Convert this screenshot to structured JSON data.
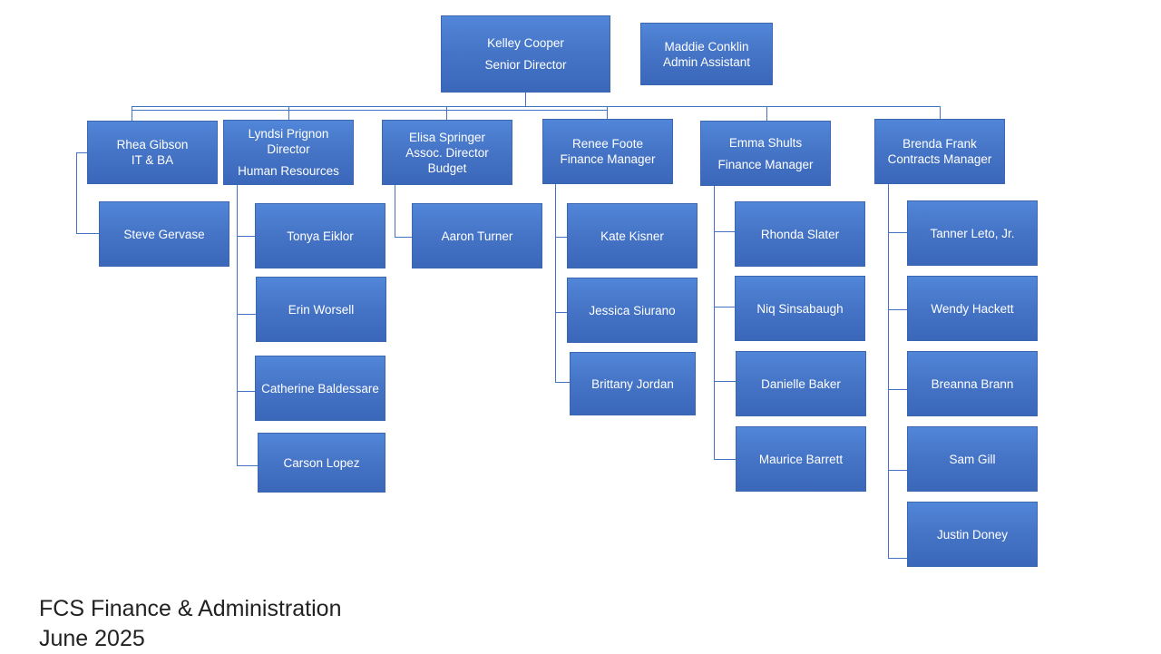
{
  "org_chart": {
    "top": {
      "name": "Kelley Cooper",
      "title": "Senior Director"
    },
    "assistant": {
      "name": "Maddie Conklin",
      "title": "Admin Assistant"
    },
    "managers": [
      {
        "lines": [
          "Rhea Gibson",
          "IT & BA"
        ],
        "reports": [
          "Steve Gervase"
        ]
      },
      {
        "lines": [
          "Lyndsi Prignon",
          "Director",
          "Human Resources"
        ],
        "reports": [
          "Tonya Eiklor",
          "Erin Worsell",
          "Catherine Baldessare",
          "Carson Lopez"
        ]
      },
      {
        "lines": [
          "Elisa Springer",
          "Assoc. Director",
          "Budget"
        ],
        "reports": [
          "Aaron Turner"
        ]
      },
      {
        "lines": [
          "Renee Foote",
          "Finance Manager"
        ],
        "reports": [
          "Kate Kisner",
          "Jessica Siurano",
          "Brittany Jordan"
        ]
      },
      {
        "lines": [
          "Emma Shults",
          "Finance Manager"
        ],
        "reports": [
          "Rhonda Slater",
          "Niq Sinsabaugh",
          "Danielle Baker",
          "Maurice Barrett"
        ]
      },
      {
        "lines": [
          "Brenda Frank",
          "Contracts Manager"
        ],
        "reports": [
          "Tanner Leto, Jr.",
          "Wendy Hackett",
          "Breanna Brann",
          "Sam Gill",
          "Justin Doney"
        ]
      }
    ]
  },
  "footer": {
    "line1": "FCS Finance & Administration",
    "line2": "June 2025"
  },
  "colors": {
    "box_fill": "#4472c4",
    "box_fill_light": "#5186d8",
    "connector": "#4472c4",
    "box_text": "#ffffff",
    "footer_text": "#222222"
  }
}
